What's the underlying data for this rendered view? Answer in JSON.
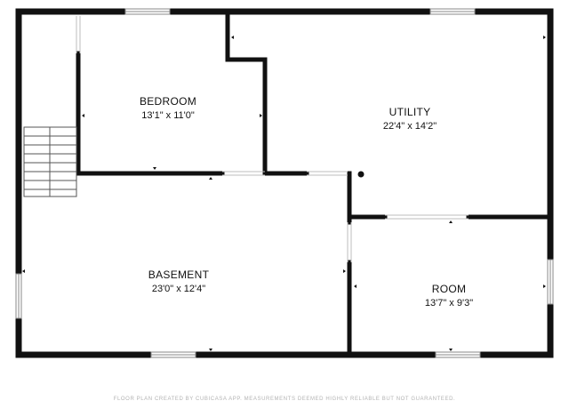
{
  "rooms": [
    {
      "name": "BEDROOM",
      "dimensions": "13'1\" x 11'0\""
    },
    {
      "name": "UTILITY",
      "dimensions": "22'4\" x 14'2\""
    },
    {
      "name": "BASEMENT",
      "dimensions": "23'0\" x 12'4\""
    },
    {
      "name": "ROOM",
      "dimensions": "13'7\" x 9'3\""
    }
  ],
  "footer": "FLOOR PLAN CREATED BY CUBICASA APP. MEASUREMENTS DEEMED HIGHLY RELIABLE BUT NOT GUARANTEED.",
  "colors": {
    "wall": "#111111",
    "window": "#9a9a9a",
    "background": "#ffffff"
  }
}
